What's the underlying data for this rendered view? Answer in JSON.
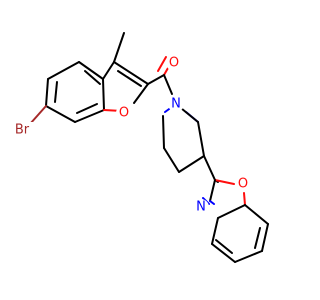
{
  "diagram": {
    "type": "chemical-structure",
    "colors": {
      "bond": "#000000",
      "oxygen": "#ff0d0d",
      "nitrogen": "#0000ff",
      "bromine": "#a62929"
    },
    "atoms": {
      "carbonyl_oxygen": "O",
      "benzofuran_oxygen": "O",
      "bromine": "Br",
      "piperidine_nitrogen": "N",
      "benzoxazole_oxygen": "O",
      "benzoxazole_nitrogen": "N"
    }
  }
}
